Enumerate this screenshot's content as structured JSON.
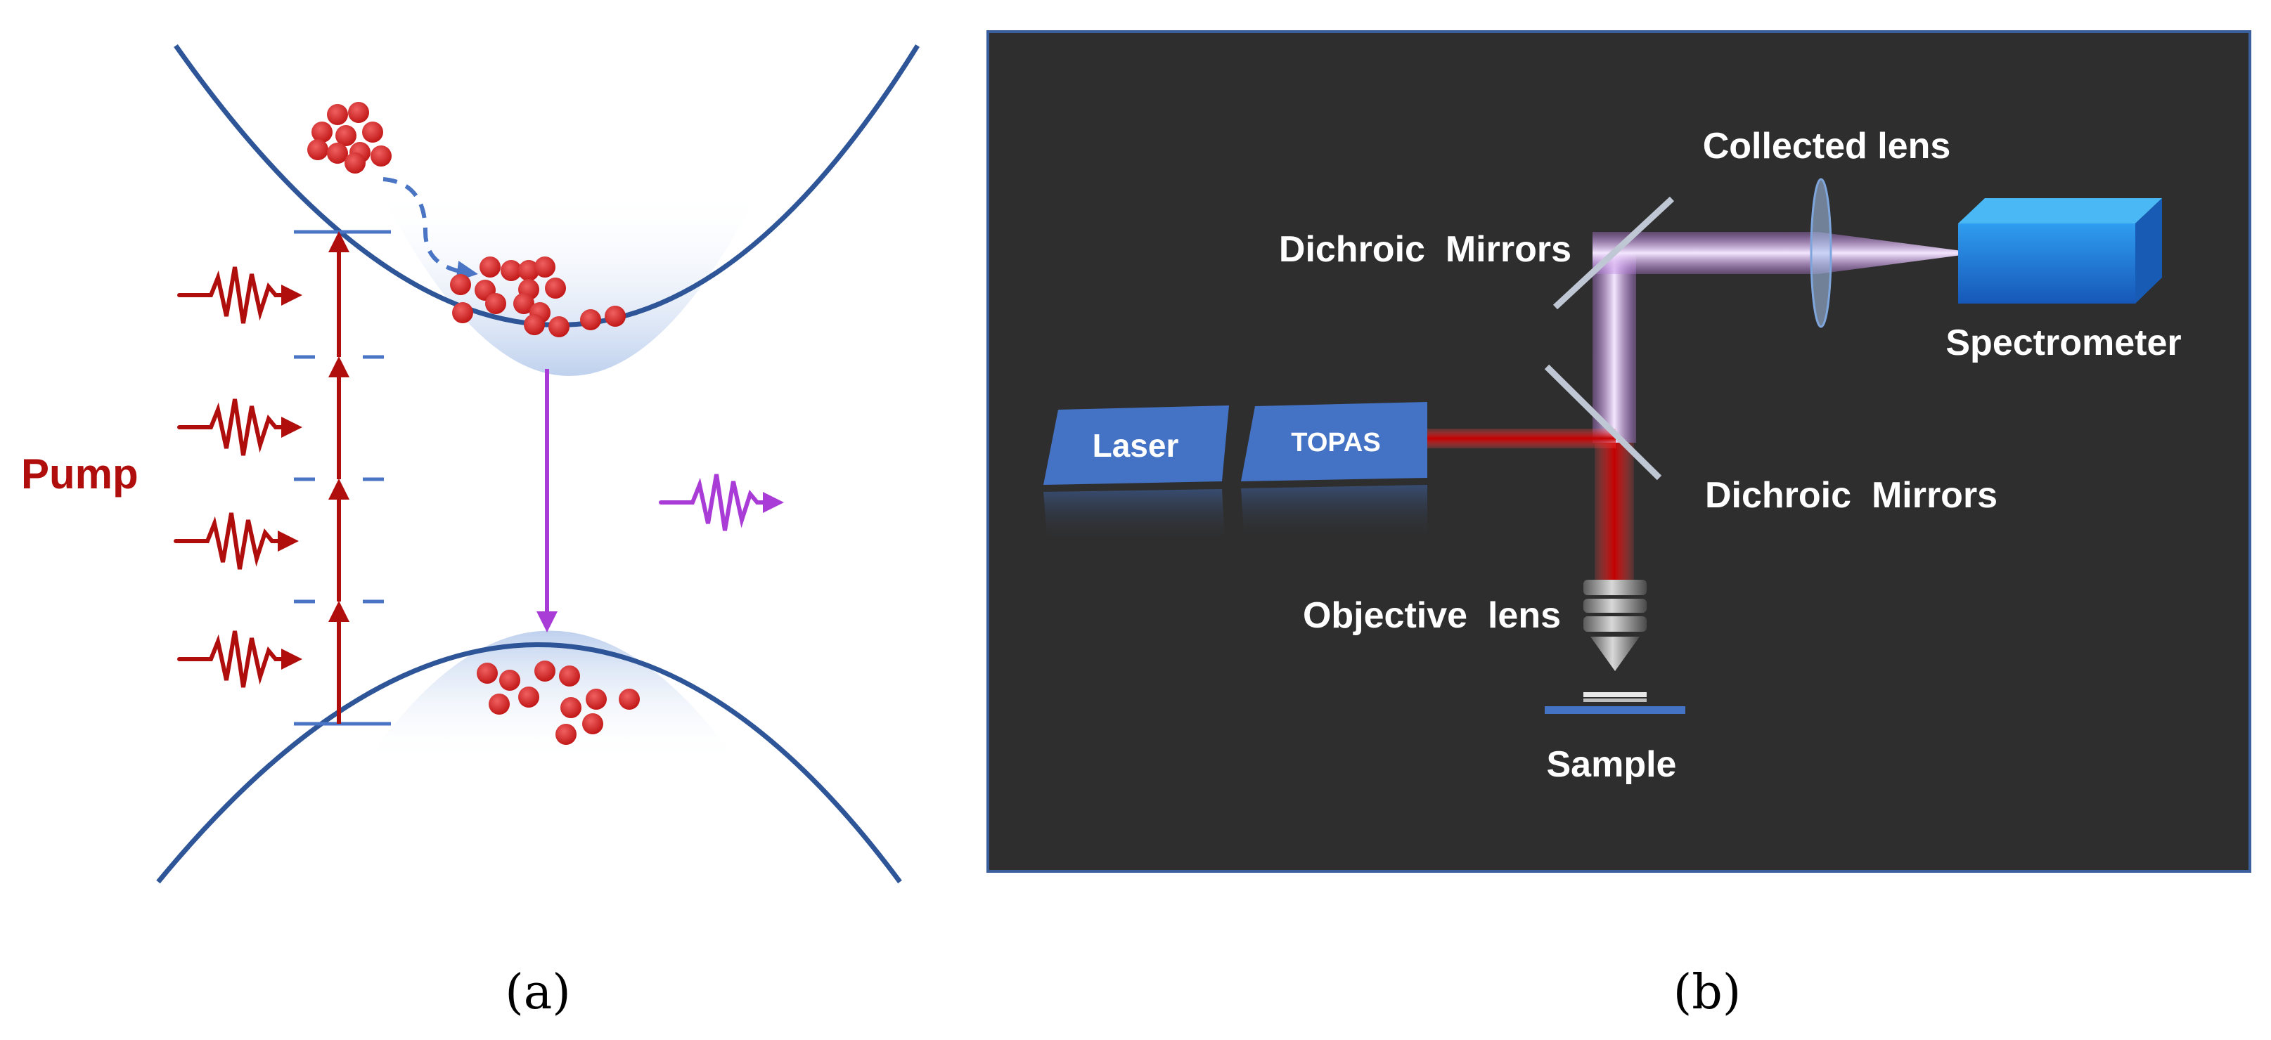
{
  "panel_a": {
    "pump_label": "Pump",
    "caption": "(a)",
    "colors": {
      "band": "#2e5597",
      "pump": "#b00d0d",
      "emission": "#a93cd6",
      "electron": "#d42a2a",
      "level_dash": "#4a75c4",
      "fill": "#bfd1ee"
    }
  },
  "panel_b": {
    "caption": "(b)",
    "labels": {
      "collected_lens": "Collected lens",
      "dichroic_top": "Dichroic  Mirrors",
      "dichroic_bottom": "Dichroic  Mirrors",
      "spectrometer": "Spectrometer",
      "laser": "Laser",
      "topas": "TOPAS",
      "objective_lens": "Objective  lens",
      "sample": "Sample"
    },
    "colors": {
      "background": "#2e2e2e",
      "box": "#4472c4",
      "beam_red": "#d81616",
      "beam_violet": "#d7a6f2",
      "text": "#ffffff",
      "spectrometer": "#1f8fe0"
    }
  }
}
